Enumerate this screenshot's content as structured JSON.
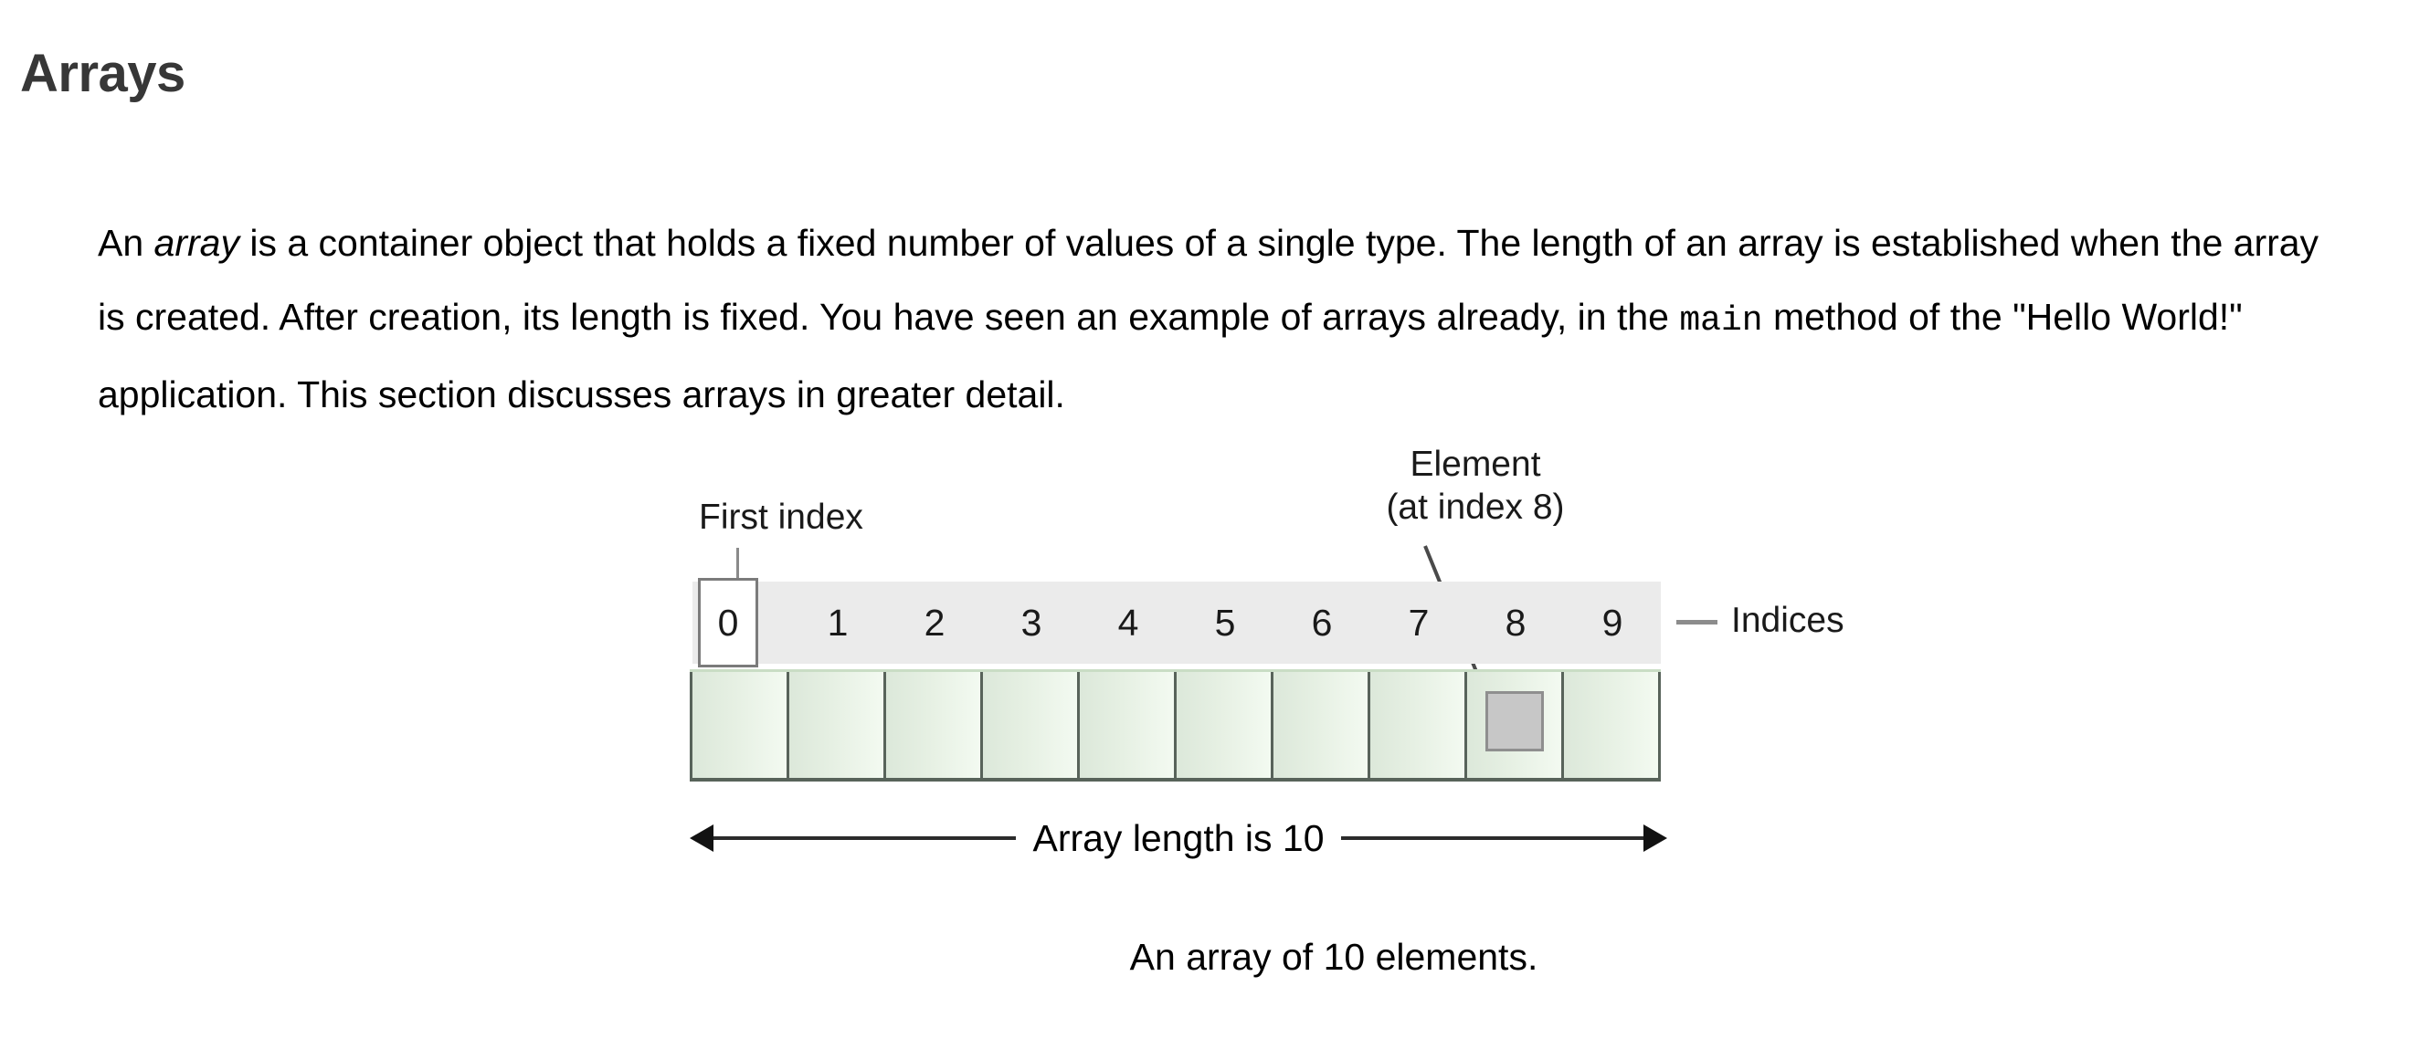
{
  "page": {
    "title": "Arrays"
  },
  "paragraph": {
    "segments": [
      {
        "text": "An ",
        "style": "normal"
      },
      {
        "text": "array",
        "style": "italic"
      },
      {
        "text": " is a container object that holds a fixed number of values of a single type. The length of an array is established when the array is created. After creation, its length is fixed. You have seen an example of arrays already, in the ",
        "style": "normal"
      },
      {
        "text": "main",
        "style": "code"
      },
      {
        "text": " method of the \"Hello World!\" application. This section discusses arrays in greater detail.",
        "style": "normal"
      }
    ],
    "full_text": "An array is a container object that holds a fixed number of values of a single type. The length of an array is established when the array is created. After creation, its length is fixed. You have seen an example of arrays already, in the main method of the \"Hello World!\" application. This section discusses arrays in greater detail."
  },
  "figure": {
    "labels": {
      "first_index": "First index",
      "element_line1": "Element",
      "element_line2": "(at index 8)",
      "indices": "Indices",
      "length": "Array length is 10"
    },
    "indices": [
      "0",
      "1",
      "2",
      "3",
      "4",
      "5",
      "6",
      "7",
      "8",
      "9"
    ],
    "highlighted_index": "0",
    "element_index": 8,
    "cell_count": 10,
    "caption": "An array of 10 elements.",
    "colors": {
      "index_strip_bg": "#ebebeb",
      "index_box_border": "#7b7b7b",
      "cell_gradient_start": "#dce8da",
      "cell_gradient_end": "#f3faf1",
      "cell_border": "#58635a",
      "element_fill": "#c7c7c7",
      "element_border": "#8f8f8f",
      "leader_line": "#8a8a8a",
      "arrow": "#121212",
      "title": "#373737",
      "text": "#000000"
    }
  }
}
